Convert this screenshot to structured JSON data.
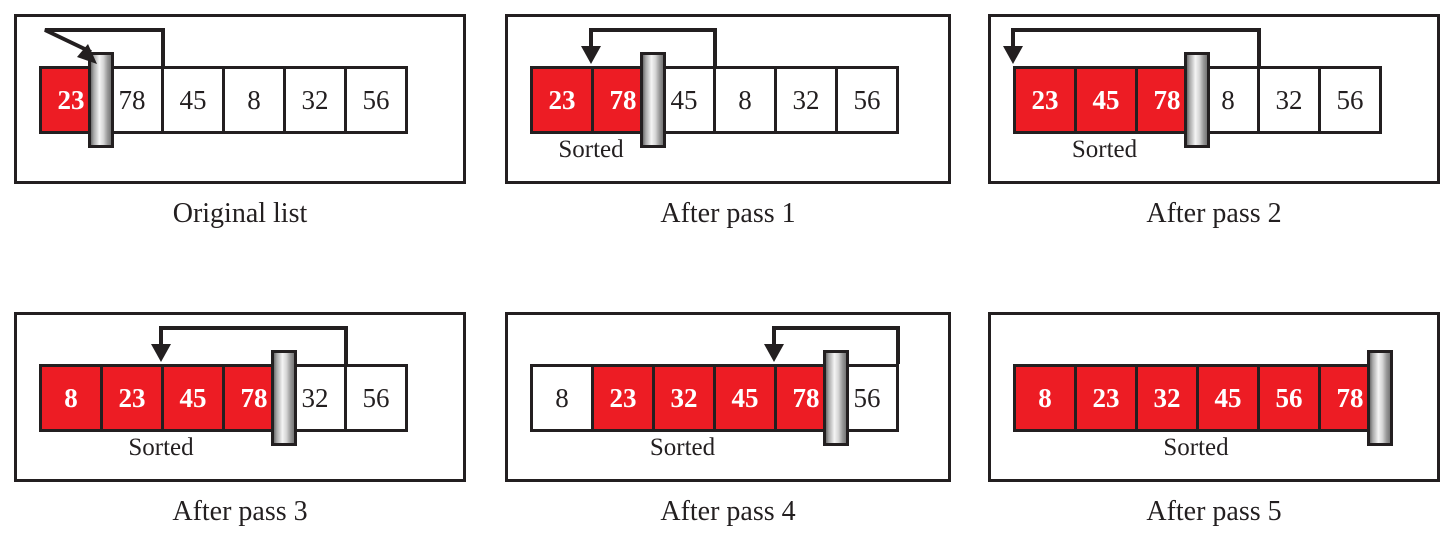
{
  "figure": {
    "title": "Insertion sort trace",
    "accent_red": "#ED1C24",
    "ink": "#231f20",
    "divider_icon": "sliding-divider-bar-icon",
    "sorted_label": "Sorted"
  },
  "panels": [
    {
      "id": "original-list",
      "caption": "Original list",
      "sorted_count": 1,
      "show_sorted_label": false,
      "arrow_kind": "diagonal",
      "cells": [
        {
          "value": "23",
          "sorted": true
        },
        {
          "value": "78",
          "sorted": false
        },
        {
          "value": "45",
          "sorted": false
        },
        {
          "value": "8",
          "sorted": false
        },
        {
          "value": "32",
          "sorted": false
        },
        {
          "value": "56",
          "sorted": false
        }
      ]
    },
    {
      "id": "after-pass-1",
      "caption": "After pass 1",
      "sorted_count": 2,
      "show_sorted_label": true,
      "arrow_kind": "vertical",
      "cells": [
        {
          "value": "23",
          "sorted": true
        },
        {
          "value": "78",
          "sorted": true
        },
        {
          "value": "45",
          "sorted": false
        },
        {
          "value": "8",
          "sorted": false
        },
        {
          "value": "32",
          "sorted": false
        },
        {
          "value": "56",
          "sorted": false
        }
      ]
    },
    {
      "id": "after-pass-2",
      "caption": "After pass 2",
      "sorted_count": 3,
      "show_sorted_label": true,
      "arrow_kind": "vertical",
      "cells": [
        {
          "value": "23",
          "sorted": true
        },
        {
          "value": "45",
          "sorted": true
        },
        {
          "value": "78",
          "sorted": true
        },
        {
          "value": "8",
          "sorted": false
        },
        {
          "value": "32",
          "sorted": false
        },
        {
          "value": "56",
          "sorted": false
        }
      ]
    },
    {
      "id": "after-pass-3",
      "caption": "After pass 3",
      "sorted_count": 4,
      "show_sorted_label": true,
      "arrow_kind": "vertical",
      "cells": [
        {
          "value": "8",
          "sorted": true
        },
        {
          "value": "23",
          "sorted": true
        },
        {
          "value": "45",
          "sorted": true
        },
        {
          "value": "78",
          "sorted": true
        },
        {
          "value": "32",
          "sorted": false
        },
        {
          "value": "56",
          "sorted": false
        }
      ]
    },
    {
      "id": "after-pass-4",
      "caption": "After pass 4",
      "sorted_count": 5,
      "show_sorted_label": true,
      "arrow_kind": "vertical",
      "cells": [
        {
          "value": "8",
          "sorted": false
        },
        {
          "value": "23",
          "sorted": true
        },
        {
          "value": "32",
          "sorted": true
        },
        {
          "value": "45",
          "sorted": true
        },
        {
          "value": "78",
          "sorted": true
        },
        {
          "value": "56",
          "sorted": false
        }
      ]
    },
    {
      "id": "after-pass-5",
      "caption": "After pass 5",
      "sorted_count": 6,
      "show_sorted_label": true,
      "arrow_kind": "none",
      "cells": [
        {
          "value": "8",
          "sorted": true
        },
        {
          "value": "23",
          "sorted": true
        },
        {
          "value": "32",
          "sorted": true
        },
        {
          "value": "45",
          "sorted": true
        },
        {
          "value": "56",
          "sorted": true
        },
        {
          "value": "78",
          "sorted": true
        }
      ]
    }
  ]
}
